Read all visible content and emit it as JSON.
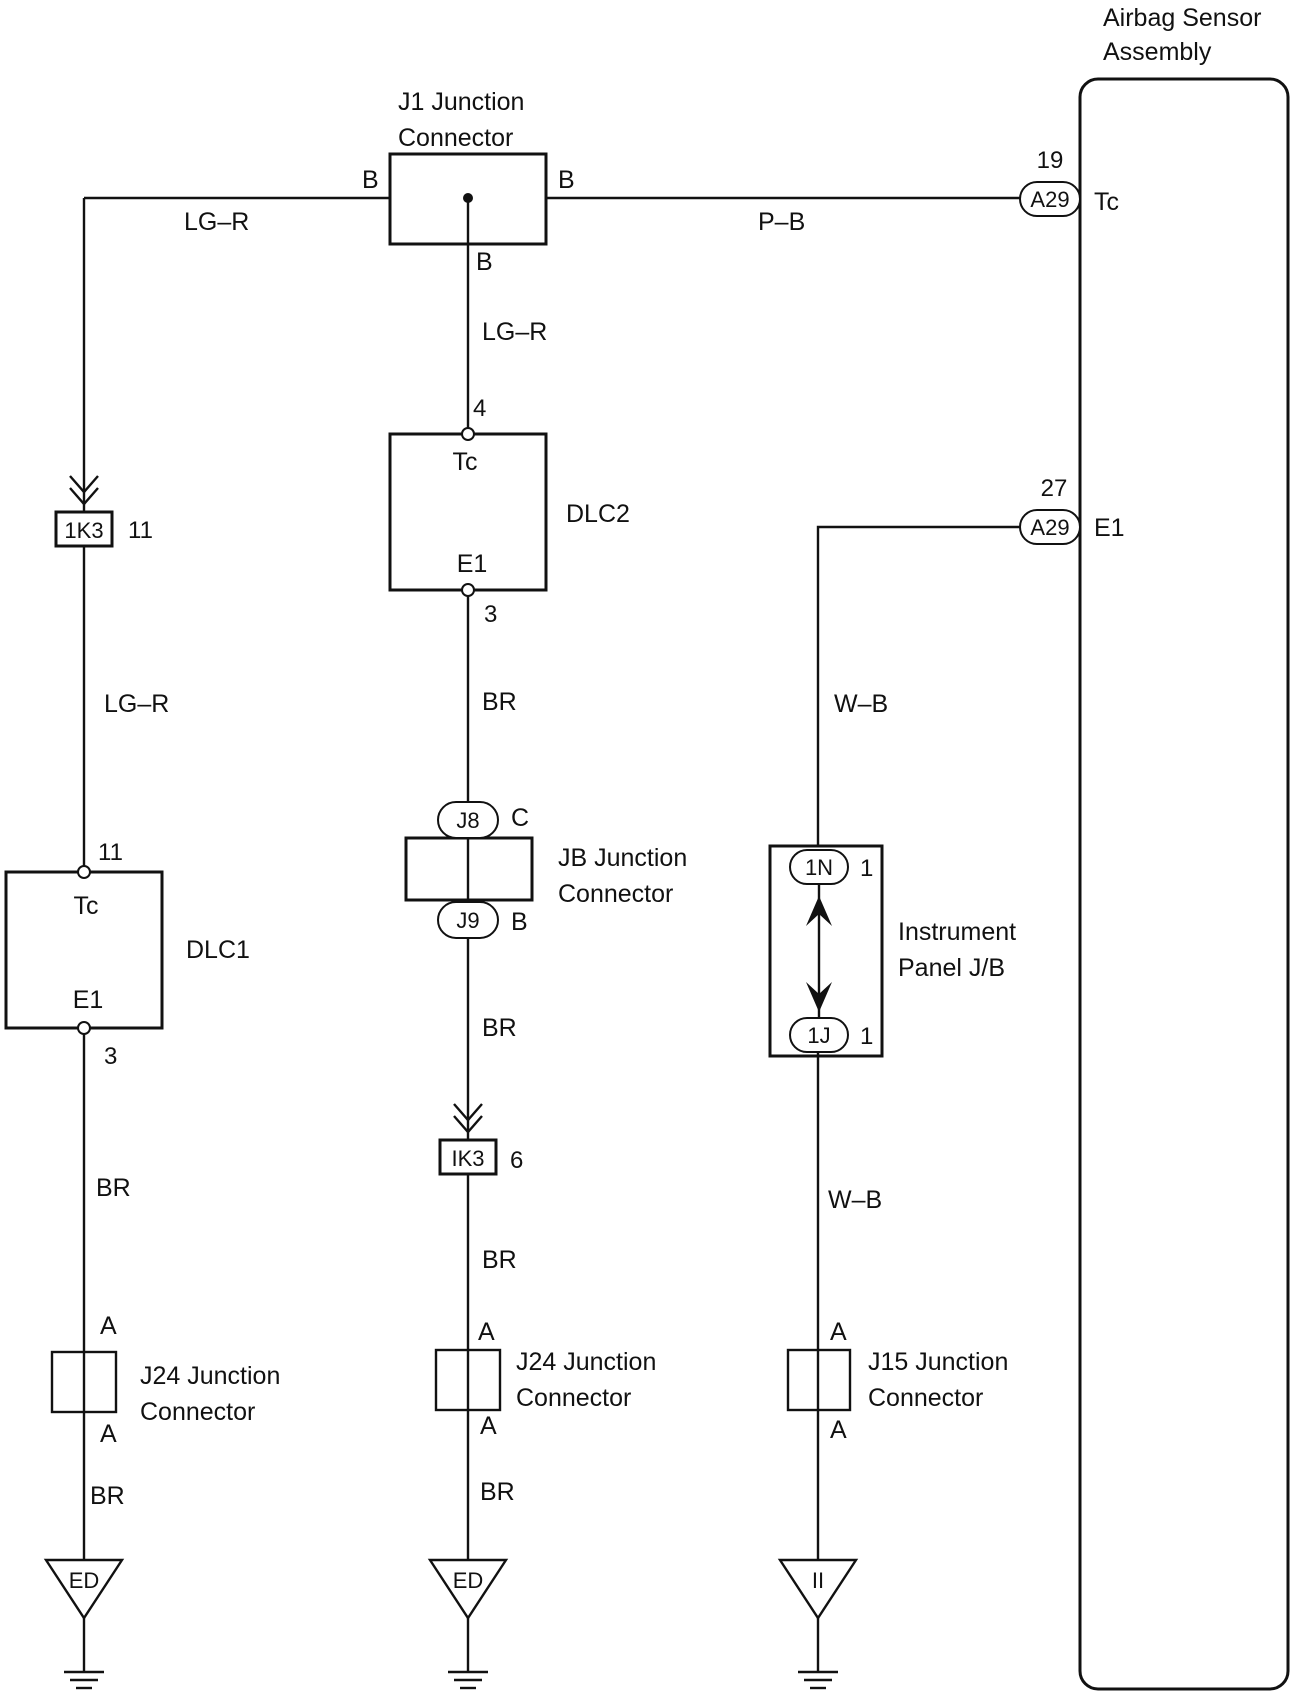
{
  "airbag": {
    "line1": "Airbag Sensor",
    "line2": "Assembly",
    "tc_pin": "19",
    "tc_conn": "A29",
    "tc_term": "Tc",
    "e1_pin": "27",
    "e1_conn": "A29",
    "e1_term": "E1"
  },
  "j1": {
    "line1": "J1  Junction",
    "line2": "Connector",
    "left": "B",
    "right": "B",
    "bottom": "B"
  },
  "wires": {
    "top_left": "LG–R",
    "top_right": "P–B",
    "j1_down": "LG–R",
    "left_mid": "LG–R",
    "dlc2_down": "BR",
    "jb_down": "BR",
    "ik3_down": "BR",
    "center_bottom": "BR",
    "left_bottom1": "BR",
    "left_bottom2": "BR",
    "right_top": "W–B",
    "right_bottom": "W–B"
  },
  "dlc2": {
    "name": "DLC2",
    "top_pin": "4",
    "tc": "Tc",
    "e1": "E1",
    "bottom_pin": "3"
  },
  "dlc1": {
    "name": "DLC1",
    "top_pin": "11",
    "tc": "Tc",
    "e1": "E1",
    "bottom_pin": "3"
  },
  "ik3_left": {
    "code": "1K3",
    "pin": "11"
  },
  "ik3_center": {
    "code": "IK3",
    "pin": "6"
  },
  "jb": {
    "line1": "JB  Junction",
    "line2": "Connector",
    "j8": "J8",
    "j8_pin": "C",
    "j9": "J9",
    "j9_pin": "B"
  },
  "ipjb": {
    "line1": "Instrument",
    "line2": "Panel J/B",
    "top": "1N",
    "top_pin": "1",
    "bottom": "1J",
    "bottom_pin": "1"
  },
  "j24_left": {
    "line1": "J24  Junction",
    "line2": "Connector",
    "pin_top": "A",
    "pin_bottom": "A"
  },
  "j24_center": {
    "line1": "J24  Junction",
    "line2": "Connector",
    "pin_top": "A",
    "pin_bottom": "A"
  },
  "j15": {
    "line1": "J15  Junction",
    "line2": "Connector",
    "pin_top": "A",
    "pin_bottom": "A"
  },
  "grounds": {
    "left": "ED",
    "center": "ED",
    "right": "II"
  }
}
